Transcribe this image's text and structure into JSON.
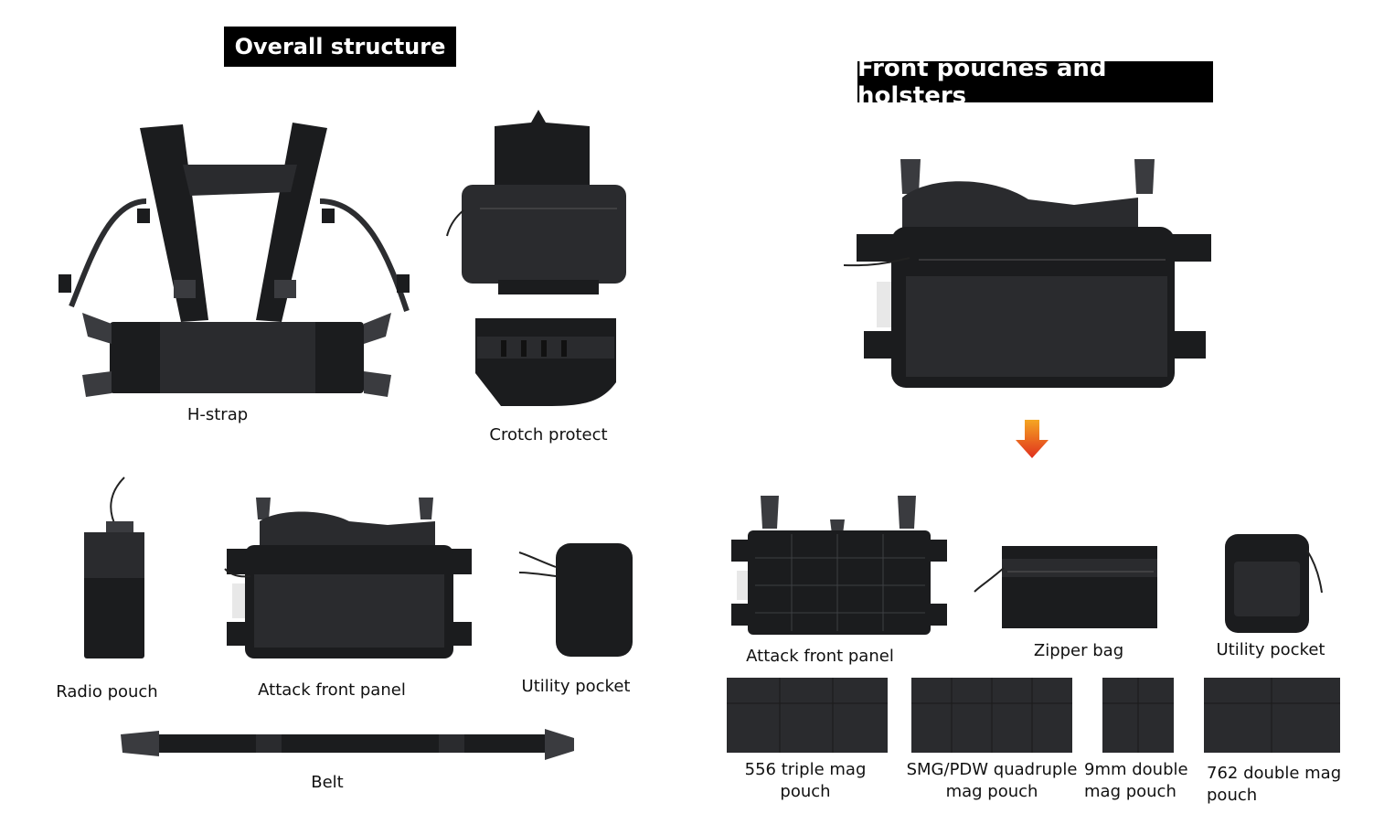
{
  "left": {
    "title": "Overall structure",
    "items": {
      "h_strap": "H-strap",
      "crotch_protect": "Crotch protect",
      "radio_pouch": "Radio pouch",
      "attack_front_panel": "Attack front panel",
      "utility_pocket": "Utility pocket",
      "belt": "Belt"
    }
  },
  "right": {
    "title": "Front pouches and holsters",
    "items": {
      "attack_front_panel": "Attack front panel",
      "zipper_bag": "Zipper bag",
      "utility_pocket": "Utility pocket",
      "mag_556": "556 triple mag pouch",
      "smg_pdw": "SMG/PDW quadruple mag pouch",
      "mm9": "9mm double mag pouch",
      "mag_762": "762 double mag pouch"
    }
  },
  "colors": {
    "banner_bg": "#000000",
    "banner_text": "#ffffff",
    "fabric": "#1b1c1e",
    "arrow_top": "#f5a623",
    "arrow_bottom": "#e0301e"
  },
  "icons": {
    "arrow": "down-arrow-icon"
  }
}
